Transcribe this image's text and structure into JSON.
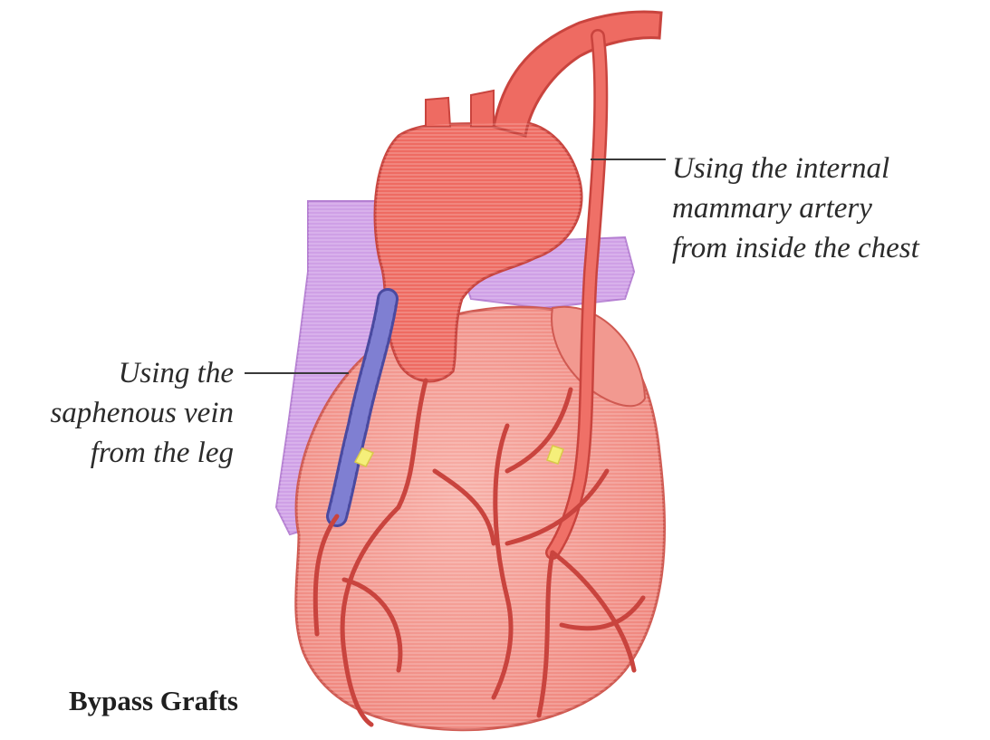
{
  "title": "Bypass Grafts",
  "callouts": {
    "internal_mammary": [
      "Using the internal",
      "mammary artery",
      "from inside the chest"
    ],
    "saphenous": [
      "Using the",
      "saphenous vein",
      "from the leg"
    ]
  },
  "colors": {
    "heart": "#f08a82",
    "heart_dark": "#e06a62",
    "artery": "#ee6b62",
    "vessel_outline": "#c9443e",
    "vena_cava": "#cfa0e6",
    "saphenous_graft": "#7f7fd2",
    "anastomosis": "#f5ef7a",
    "leader_line": "#3a3a3a"
  }
}
